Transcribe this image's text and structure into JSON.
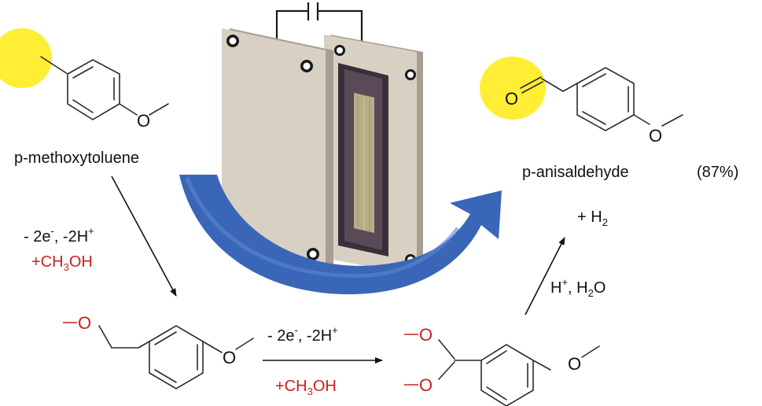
{
  "colors": {
    "highlight": "#ffee33",
    "red": "#c8201e",
    "plate": "#d8d0c3",
    "plate_edge": "#a79e90",
    "membrane": "#4a3d48",
    "electrode": "#b8ad88",
    "curved_arrow": "#3a66b8"
  },
  "labels": {
    "reactant_name": "p-methoxytoluene",
    "product_name": "p-anisaldehyde",
    "product_yield": "(87%)",
    "byproduct": "+ H",
    "byproduct_sub": "2",
    "step1": {
      "electron_text": "- 2e",
      "electron_sup": "-",
      "proton_text": ", -2H",
      "proton_sup": "+",
      "reagent_a": "+CH",
      "reagent_sub": "3",
      "reagent_b": "OH"
    },
    "step2": {
      "electron_text": "- 2e",
      "electron_sup": "-",
      "proton_text": ", -2H",
      "proton_sup": "+",
      "reagent_a": "+CH",
      "reagent_sub": "3",
      "reagent_b": "OH"
    },
    "step3": {
      "text_a": "H",
      "sup": "+",
      "text_b": ", H",
      "sub": "2",
      "text_c": "O"
    },
    "atom_O": "O"
  }
}
